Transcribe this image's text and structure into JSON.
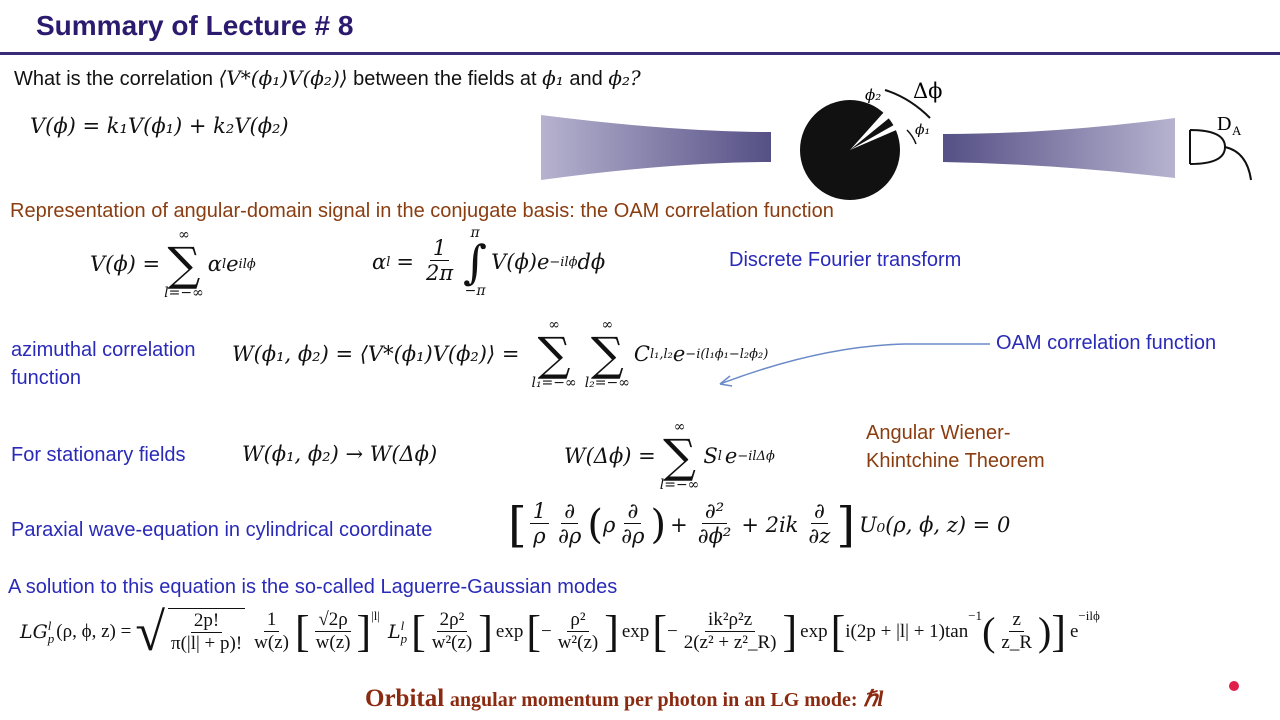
{
  "title": "Summary of Lecture # 8",
  "question": {
    "prefix": "What is the correlation ⟨V*(ϕ",
    "text_main": "What is the correlation",
    "corr": "⟨V*(ϕ₁)V(ϕ₂)⟩",
    "middle": "between the fields at",
    "phi1": "ϕ₁",
    "and": "and",
    "phi2": "ϕ₂?"
  },
  "eq_superposition": "V(ϕ) = k₁V(ϕ₁) + k₂V(ϕ₂)",
  "diagram": {
    "label_phi2": "ϕ₂",
    "label_dphi": "Δϕ",
    "label_phi1": "ϕ₁",
    "label_detector": "D",
    "label_detector_sub": "A"
  },
  "section_representation": "Representation of angular-domain signal in the conjugate basis: the OAM correlation function",
  "eq_fourier": {
    "lhs": "V(ϕ) =",
    "sum_top": "∞",
    "sum_bottom": "l=−∞",
    "term": "α",
    "term_sub": "l",
    "term_exp": "e",
    "term_sup": "ilϕ",
    "alpha_lhs": "α",
    "alpha_sub": "l",
    "eq": "=",
    "frac_n": "1",
    "frac_d": "2π",
    "int_top": "π",
    "int_bottom": "−π",
    "integrand": "V(ϕ)e",
    "integrand_sup": "−ilϕ",
    "dphi": "dϕ"
  },
  "label_dft": "Discrete Fourier transform",
  "label_azimuthal_1": "azimuthal correlation",
  "label_azimuthal_2": "function",
  "eq_azimuthal": {
    "lhs": "W(ϕ₁, ϕ₂) = ⟨V*(ϕ₁)V(ϕ₂)⟩ =",
    "sum_top": "∞",
    "sum1_bottom": "l₁=−∞",
    "sum2_bottom": "l₂=−∞",
    "c": "C",
    "c_sub": "l₁,l₂",
    "exp": "e",
    "exp_sup": "−i(l₁ϕ₁−l₂ϕ₂)"
  },
  "label_oam": "OAM correlation function",
  "label_stationary": "For stationary fields",
  "eq_stationary": "W(ϕ₁, ϕ₂) → W(Δϕ)",
  "eq_wiener": {
    "lhs": "W(Δϕ) =",
    "sum_top": "∞",
    "sum_bottom": "l=−∞",
    "s": "S",
    "s_sub": "l",
    "exp": "e",
    "exp_sup": "−ilΔϕ"
  },
  "label_wiener_1": "Angular Wiener-",
  "label_wiener_2": "Khintchine Theorem",
  "label_paraxial": "Paraxial wave-equation in cylindrical coordinate",
  "eq_paraxial": {
    "f1_n": "1",
    "f1_d": "ρ",
    "f2_n": "∂",
    "f2_d": "∂ρ",
    "rho": "ρ",
    "f3_n": "∂",
    "f3_d": "∂ρ",
    "plus1": "+",
    "f4_n": "∂²",
    "f4_d": "∂ϕ²",
    "plus2": "+ 2ik",
    "f5_n": "∂",
    "f5_d": "∂z",
    "rhs": "U₀(ρ, ϕ, z) = 0"
  },
  "label_solution": "A solution to this equation is the so-called Laguerre-Gaussian modes",
  "eq_lg": {
    "lhs": "LG",
    "lhs_sup": "l",
    "lhs_sub": "p",
    "lhs_args": "(ρ, ϕ, z) =",
    "sqrt_n": "2p!",
    "sqrt_d": "π(|l| + p)!",
    "w_n": "1",
    "w_d": "w(z)",
    "b1_n": "√2ρ",
    "b1_d": "w(z)",
    "b1_sup": "|l|",
    "lag": "L",
    "lag_sup": "l",
    "lag_sub": "p",
    "b2_n": "2ρ²",
    "b2_d": "w²(z)",
    "exp1": "exp",
    "e1_n": "ρ²",
    "e1_d": "w²(z)",
    "exp2": "exp",
    "e2_n": "ik²ρ²z",
    "e2_d": "2(z² + z²_R)",
    "exp3": "exp",
    "e3_pre": "i(2p + |l| + 1)tan",
    "e3_sup": "−1",
    "e3_n": "z",
    "e3_d": "z_R",
    "tail": "e",
    "tail_sup": "−ilϕ"
  },
  "bottom_line": {
    "word": "Orbital",
    "rest": "angular momentum per photon in an LG  mode:",
    "hbar": "ℏl"
  },
  "colors": {
    "title": "#2b1a6e",
    "brown": "#8a3d10",
    "blue": "#2a2ab8",
    "beam": "#6a639a"
  }
}
